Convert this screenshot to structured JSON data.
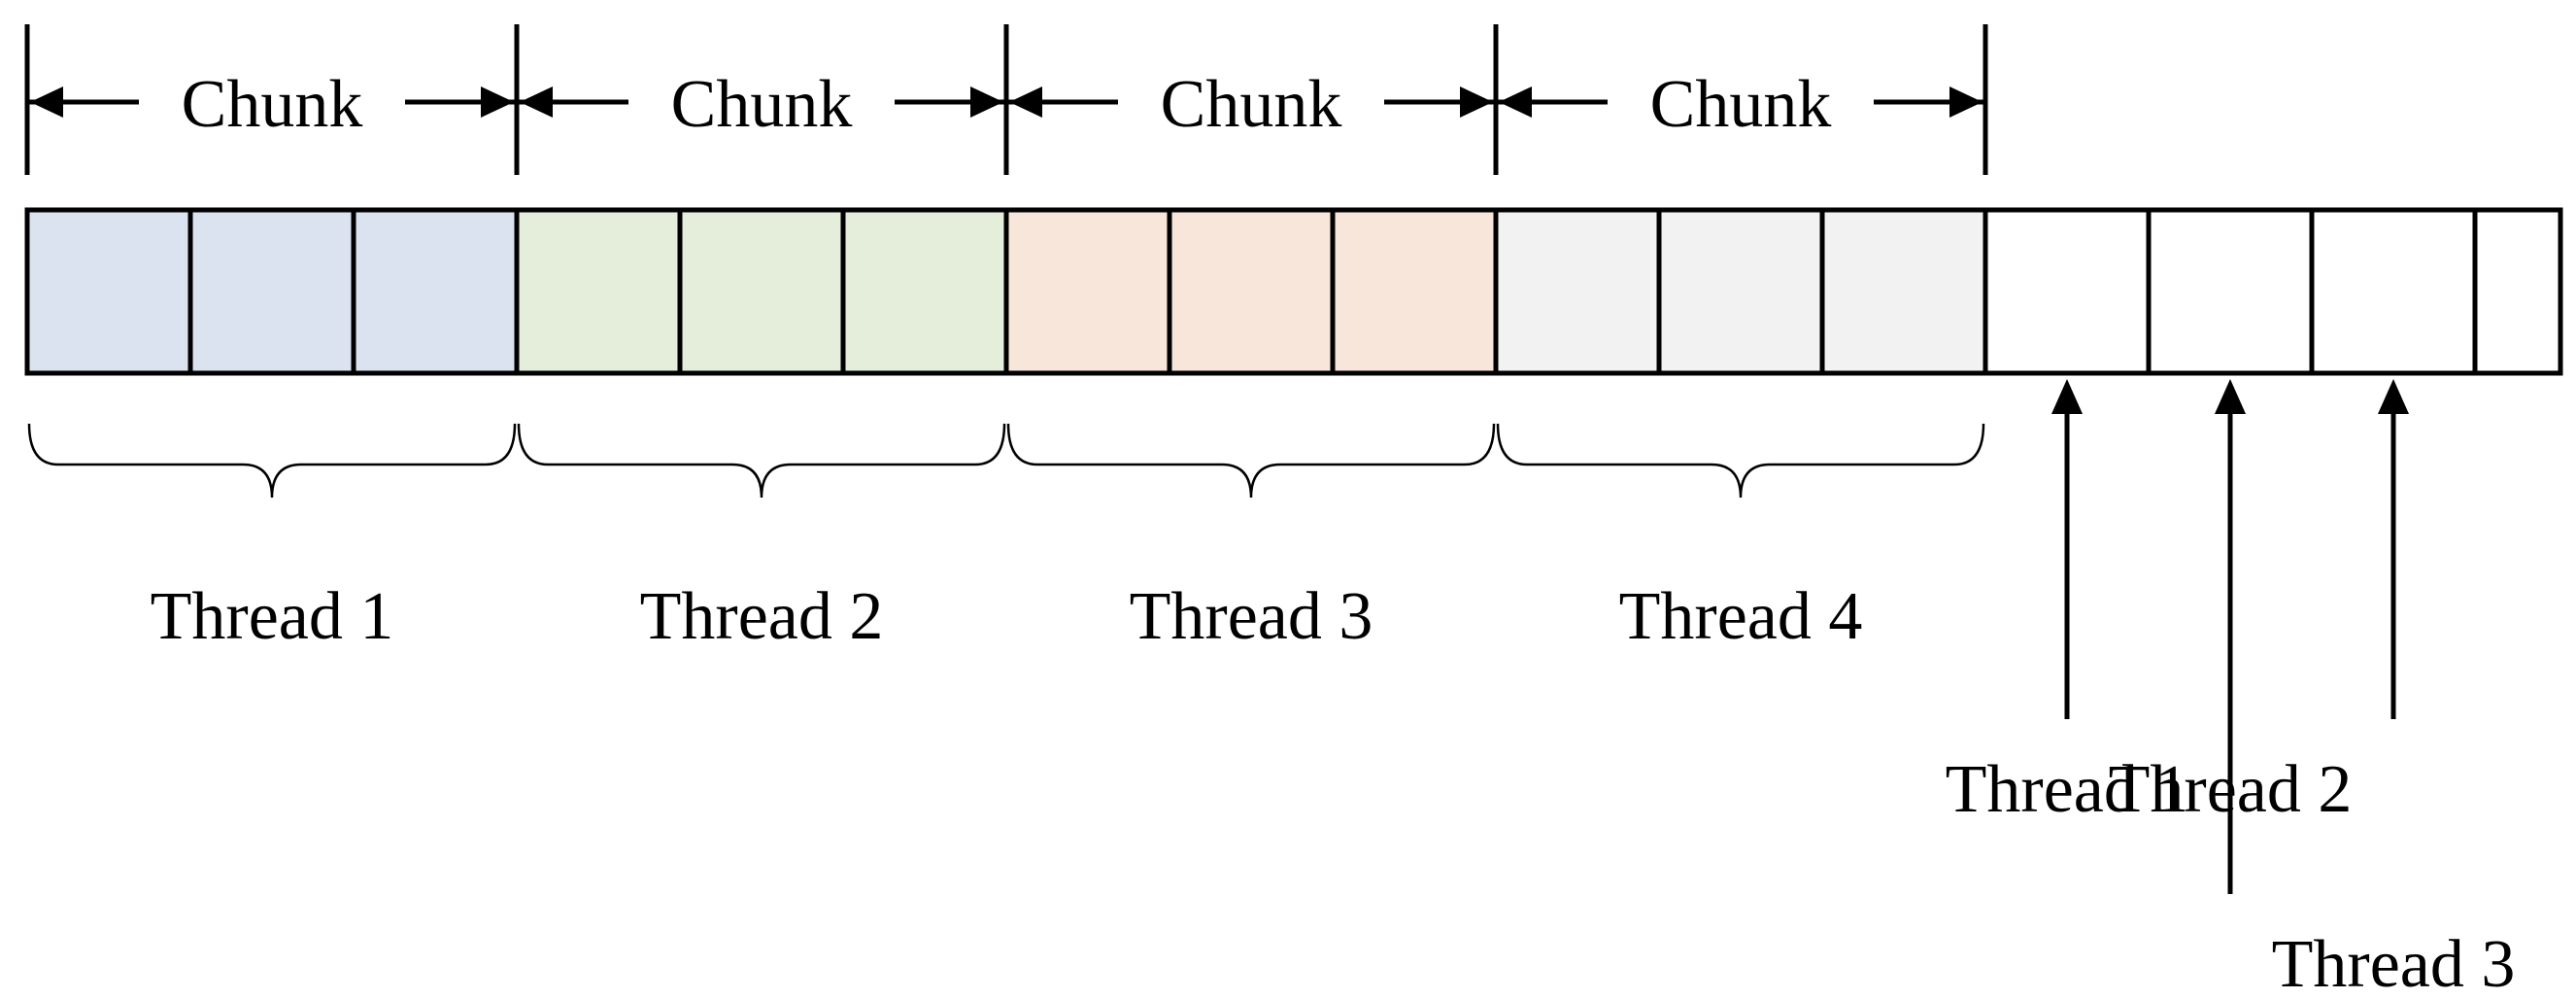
{
  "chunk_label": "Chunk",
  "chunks": [
    {
      "label": "Chunk",
      "thread": "Thread 1",
      "color": "#dce3f0"
    },
    {
      "label": "Chunk",
      "thread": "Thread 2",
      "color": "#e4eedb"
    },
    {
      "label": "Chunk",
      "thread": "Thread 3",
      "color": "#f8e6da"
    },
    {
      "label": "Chunk",
      "thread": "Thread 4",
      "color": "#f2f2f2"
    }
  ],
  "cells_per_chunk": 3,
  "free_cells": 4,
  "free_cell_color": "#ffffff",
  "pointers": [
    {
      "thread": "Thread 1"
    },
    {
      "thread": "Thread 2"
    },
    {
      "thread": "Thread 3"
    }
  ]
}
